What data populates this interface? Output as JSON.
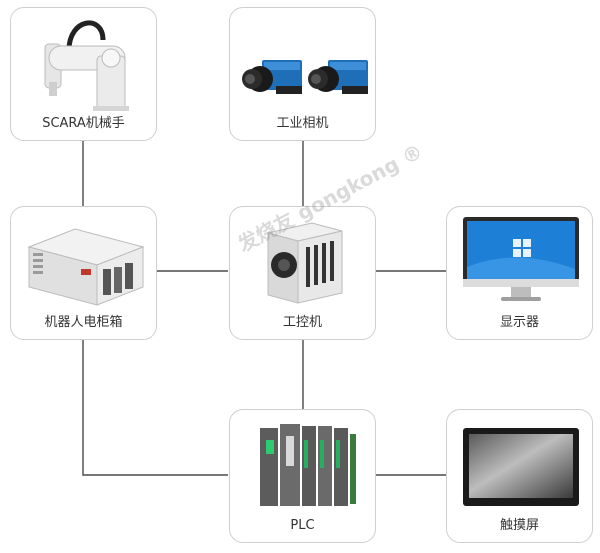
{
  "nodes": {
    "robot_arm": {
      "label": "SCARA机械手"
    },
    "camera": {
      "label": "工业相机"
    },
    "robot_cabinet": {
      "label": "机器人电柜箱"
    },
    "ipc": {
      "label": "工控机"
    },
    "monitor": {
      "label": "显示器"
    },
    "plc": {
      "label": "PLC"
    },
    "touchscreen": {
      "label": "触摸屏"
    }
  },
  "colors": {
    "box_border": "#cfcfcf",
    "line": "#4a4a4a",
    "screen_blue": "#1e7fd6",
    "camera_blue": "#1f6fb8"
  }
}
